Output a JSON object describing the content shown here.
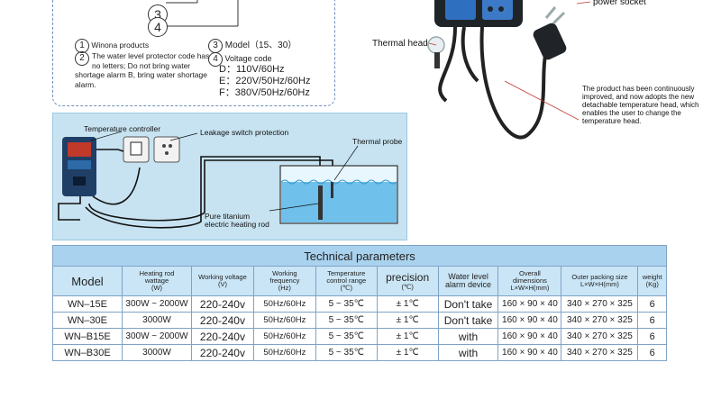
{
  "legend": {
    "circle3": "3",
    "circle4": "4",
    "items": [
      {
        "num": "1",
        "text": "Winona products"
      },
      {
        "num": "2",
        "text": "The water level protector code has no letters; Do not bring water shortage alarm B, bring water shortage alarm."
      },
      {
        "num": "3",
        "text": "Model（15、30）"
      },
      {
        "num": "4",
        "text": "Voltage code"
      }
    ],
    "voltages": [
      "D：110V/60Hz",
      "E：220V/50Hz/60Hz",
      "F：380V/50Hz/60Hz"
    ]
  },
  "photo": {
    "power_socket": "power socket",
    "thermal_head": "Thermal head",
    "note": "The product has been continuously improved, and now adopts the new detachable temperature head, which enables the user to change the temperature head."
  },
  "diagram": {
    "temperature_controller": "Temperature controller",
    "leakage_switch": "Leakage switch protection",
    "thermal_probe": "Thermal probe",
    "heating_rod_line1": "Pure titanium",
    "heating_rod_line2": "electric heating rod"
  },
  "table": {
    "title": "Technical parameters",
    "headers": {
      "model": "Model",
      "wattage": [
        "Heating rod",
        "wattage",
        "(W)"
      ],
      "voltage": [
        "Working voltage",
        "(V)"
      ],
      "frequency": [
        "Working",
        "frequency",
        "(Hz)"
      ],
      "temp_range": [
        "Temperature",
        "control range",
        "(℃)"
      ],
      "precision": [
        "precision",
        "(℃)"
      ],
      "alarm": [
        "Water level",
        "alarm device"
      ],
      "dimensions": [
        "Overall",
        "dimensions",
        "L×W×H(mm)"
      ],
      "packing": [
        "Outer packing size",
        "L×W×H(mm)"
      ],
      "weight": [
        "weight",
        "(Kg)"
      ]
    },
    "rows": [
      {
        "model": "WN–15E",
        "wattage": "300W ~ 2000W",
        "voltage": "220-240v",
        "frequency": "50Hz/60Hz",
        "temp": "5 ~ 35℃",
        "precision": "± 1℃",
        "alarm": "Don't take",
        "dims": "160 × 90 × 40",
        "packing": "340 × 270 × 325",
        "weight": "6"
      },
      {
        "model": "WN–30E",
        "wattage": "3000W",
        "voltage": "220-240v",
        "frequency": "50Hz/60Hz",
        "temp": "5 ~ 35℃",
        "precision": "± 1℃",
        "alarm": "Don't take",
        "dims": "160 × 90 × 40",
        "packing": "340 × 270 × 325",
        "weight": "6"
      },
      {
        "model": "WN–B15E",
        "wattage": "300W ~ 2000W",
        "voltage": "220-240v",
        "frequency": "50Hz/60Hz",
        "temp": "5 ~ 35℃",
        "precision": "± 1℃",
        "alarm": "with",
        "dims": "160 × 90 × 40",
        "packing": "340 × 270 × 325",
        "weight": "6"
      },
      {
        "model": "WN–B30E",
        "wattage": "3000W",
        "voltage": "220-240v",
        "frequency": "50Hz/60Hz",
        "temp": "5 ~ 35℃",
        "precision": "± 1℃",
        "alarm": "with",
        "dims": "160 × 90 × 40",
        "packing": "340 × 270 × 325",
        "weight": "6"
      }
    ]
  }
}
